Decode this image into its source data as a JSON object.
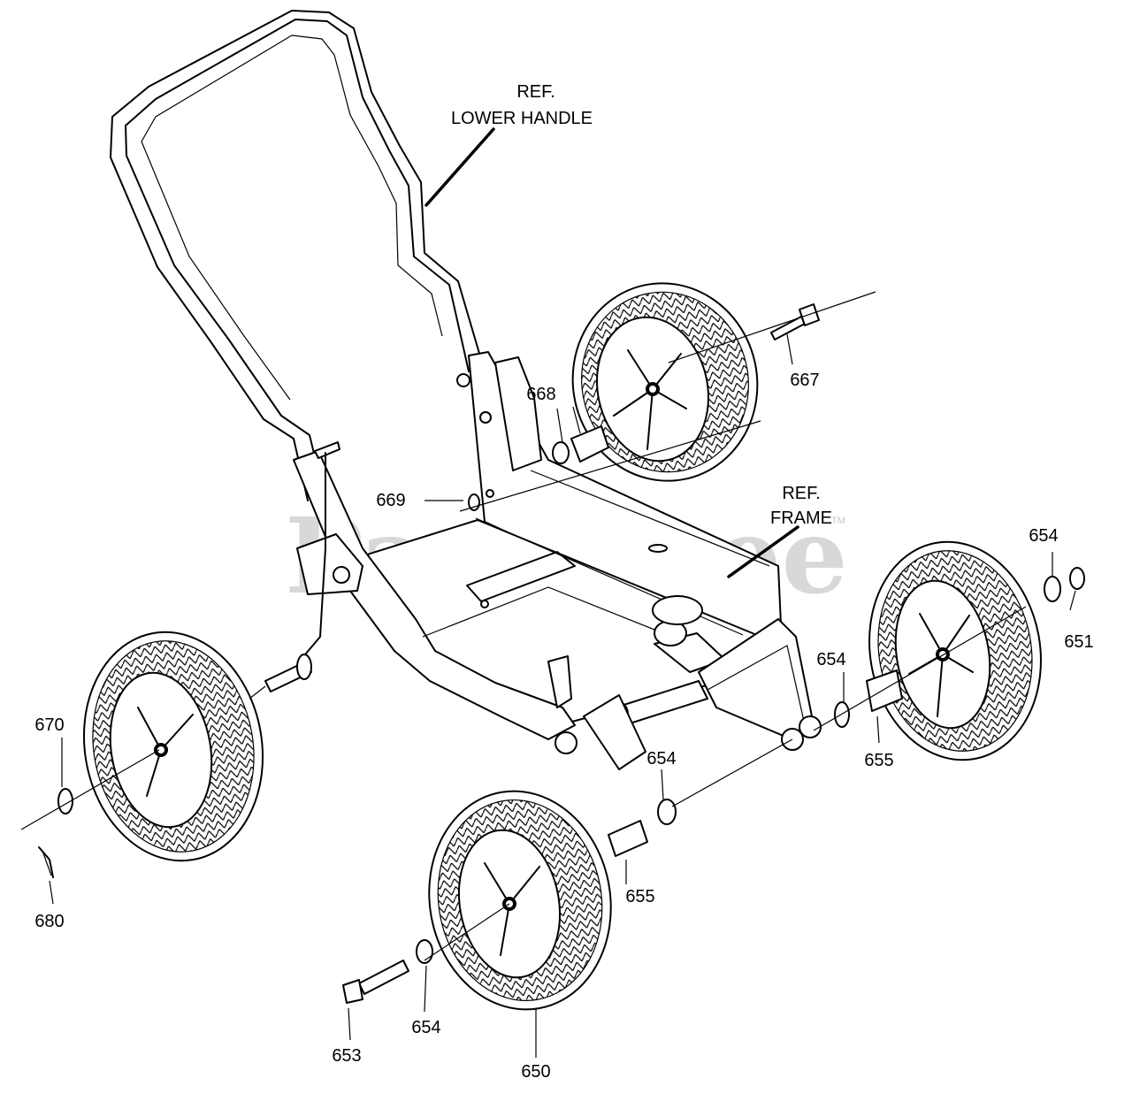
{
  "watermark": {
    "text": "PartsTree",
    "mark": "TM"
  },
  "reference_labels": {
    "lower_handle": {
      "line1": "REF.",
      "line2": "LOWER HANDLE"
    },
    "frame": {
      "line1": "REF.",
      "line2": "FRAME"
    }
  },
  "part_callouts": [
    {
      "id": "667",
      "label": "667"
    },
    {
      "id": "668",
      "label": "668"
    },
    {
      "id": "669",
      "label": "669"
    },
    {
      "id": "654-top-right",
      "label": "654"
    },
    {
      "id": "651",
      "label": "651"
    },
    {
      "id": "654-right",
      "label": "654"
    },
    {
      "id": "655-right",
      "label": "655"
    },
    {
      "id": "654-center",
      "label": "654"
    },
    {
      "id": "655-center",
      "label": "655"
    },
    {
      "id": "670",
      "label": "670"
    },
    {
      "id": "680",
      "label": "680"
    },
    {
      "id": "653",
      "label": "653"
    },
    {
      "id": "654-bottom",
      "label": "654"
    },
    {
      "id": "650",
      "label": "650"
    }
  ]
}
